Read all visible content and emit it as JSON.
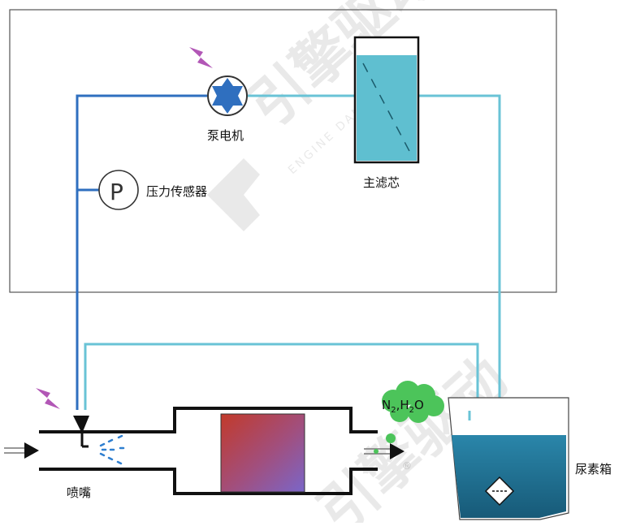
{
  "labels": {
    "pump_motor": "泵电机",
    "pressure_sensor": "压力传感器",
    "main_filter": "主滤芯",
    "nozzle": "喷嘴",
    "urea_tank": "尿素箱",
    "pressure_symbol": "P",
    "exhaust_output_n": "N",
    "exhaust_output_sub1": "2",
    "exhaust_output_mid": ",H",
    "exhaust_output_sub2": "2",
    "exhaust_output_o": "O"
  },
  "watermark": {
    "text_cn": "引擎驱动",
    "text_en": "ENGINE DANCE",
    "registered": "®"
  },
  "colors": {
    "pressure_line": "#2f6fbf",
    "return_line": "#69c3d6",
    "filter_fill": "#5fbfd0",
    "tank_liquid": "#1f6f8f",
    "gas_cloud": "#4cc45a",
    "lightning": "#b257b6",
    "frame": "#555555",
    "catalyst_top": "#7a66c9",
    "catalyst_bottom": "#c23a2a"
  }
}
